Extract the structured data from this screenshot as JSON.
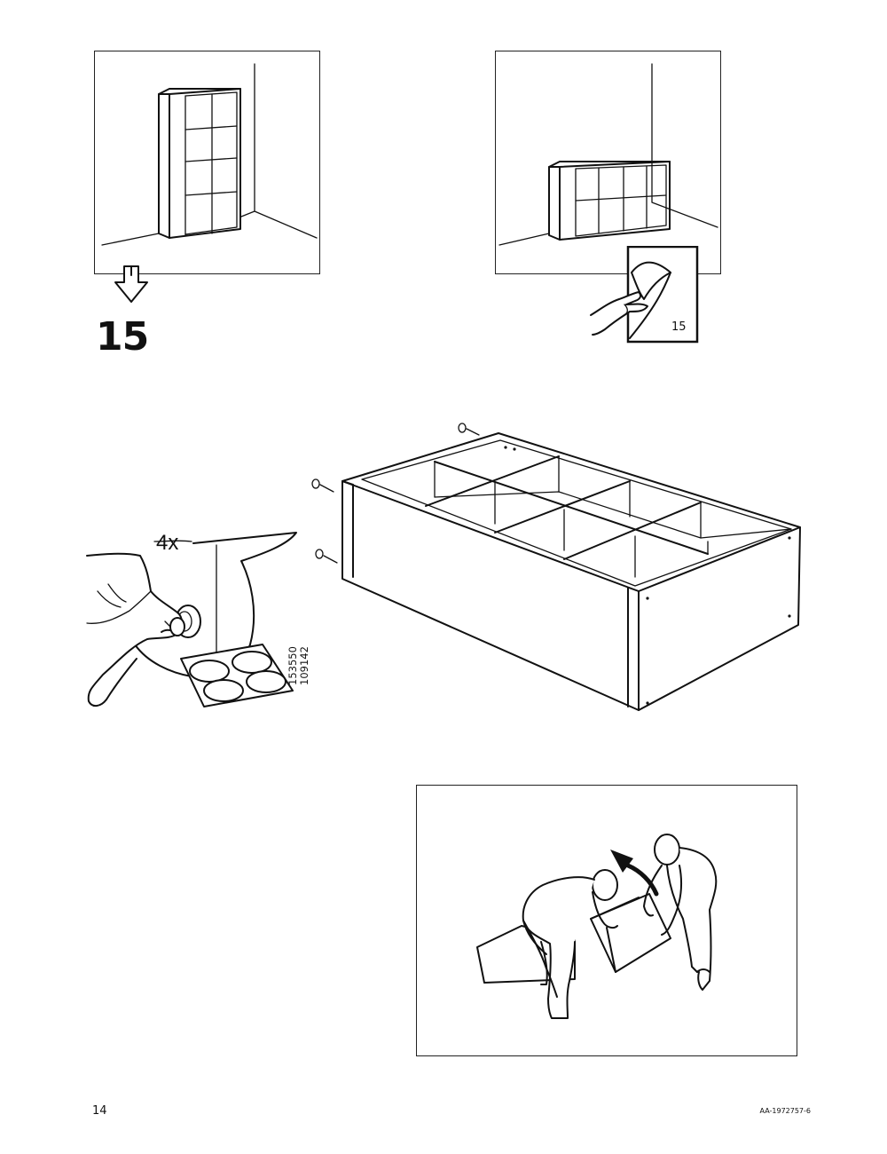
{
  "step": {
    "number": "15"
  },
  "reference": {
    "page": "15"
  },
  "parts": {
    "quantity": "4x",
    "numbers": [
      "153550",
      "109142"
    ]
  },
  "footer": {
    "page_number": "14",
    "doc_code": "AA-1972757-6"
  },
  "icons": {
    "down_arrow": "down-arrow-icon",
    "page_turn": "page-turn-icon",
    "felt_pads": "felt-pad-sheet-icon",
    "rotate_arrow": "curved-arrow-icon"
  }
}
